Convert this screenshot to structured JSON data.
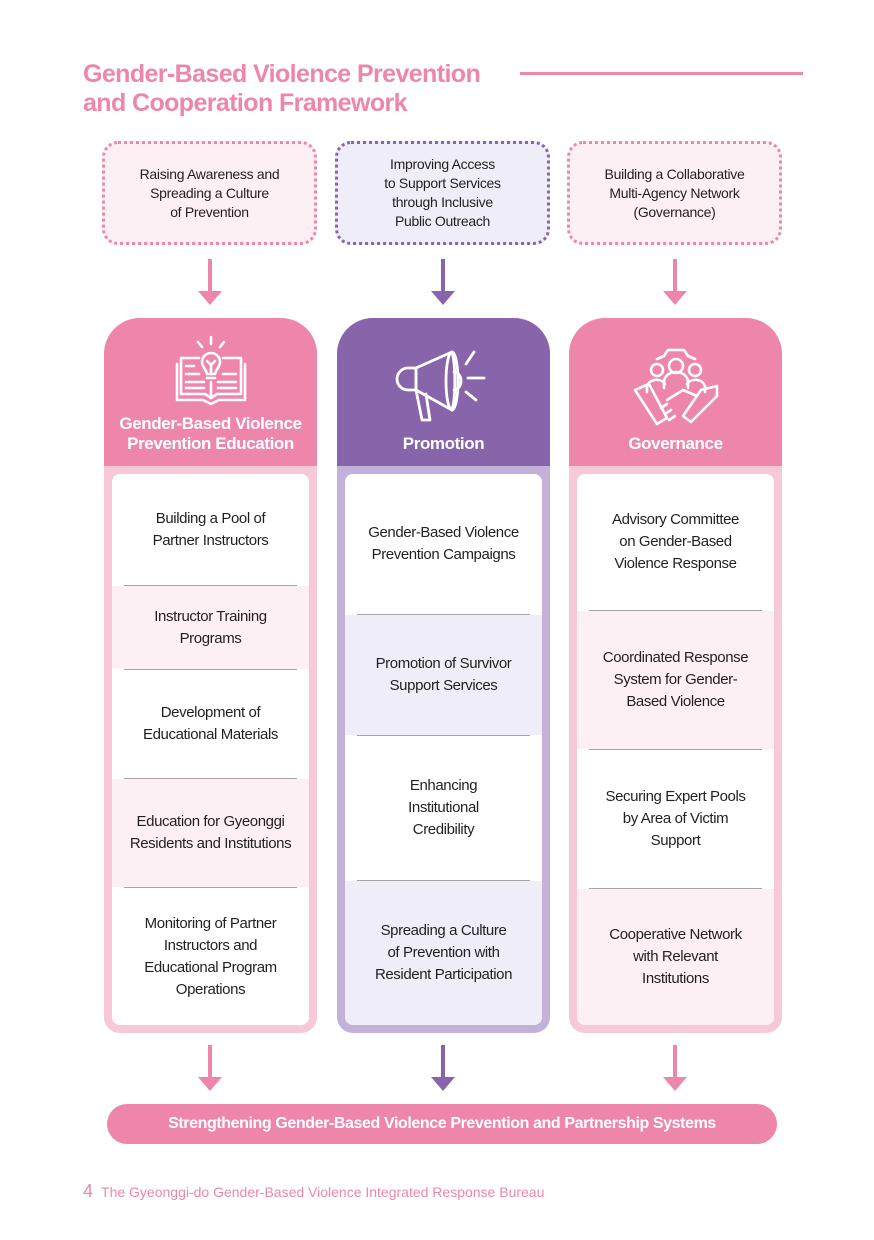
{
  "header": {
    "title_line1": "Gender-Based Violence Prevention",
    "title_line2": "and Cooperation Framework"
  },
  "colors": {
    "pink": "#ee86ab",
    "purple": "#8865aa",
    "pink_light": "#f6c8d8",
    "purple_light": "#c2b1d8",
    "pink_tint": "#fdf0f4",
    "purple_tint": "#efedf7"
  },
  "goals": [
    {
      "text": "Raising Awareness and Spreading a Culture of Prevention",
      "lines": [
        "Raising Awareness and",
        "Spreading a Culture",
        "of Prevention"
      ]
    },
    {
      "text": "Improving Access to Support Services through Inclusive Public Outreach",
      "lines": [
        "Improving Access",
        "to Support Services",
        "through Inclusive",
        "Public Outreach"
      ]
    },
    {
      "text": "Building a Collaborative Multi-Agency Network (Governance)",
      "lines": [
        "Building a Collaborative",
        "Multi-Agency Network",
        "(Governance)"
      ]
    }
  ],
  "columns": [
    {
      "icon": "book-lightbulb-icon",
      "title_lines": [
        "Gender-Based Violence",
        "Prevention Education"
      ],
      "items": [
        {
          "lines": [
            "Building a Pool of",
            "Partner Instructors"
          ]
        },
        {
          "lines": [
            "Instructor Training",
            "Programs"
          ]
        },
        {
          "lines": [
            "Development of",
            "Educational Materials"
          ]
        },
        {
          "lines": [
            "Education for Gyeonggi",
            "Residents and Institutions"
          ]
        },
        {
          "lines": [
            "Monitoring of Partner",
            "Instructors and",
            "Educational Program",
            "Operations"
          ]
        }
      ]
    },
    {
      "icon": "megaphone-icon",
      "title_lines": [
        "Promotion"
      ],
      "items": [
        {
          "lines": [
            "Gender-Based Violence",
            "Prevention Campaigns"
          ]
        },
        {
          "lines": [
            "Promotion of Survivor",
            "Support Services"
          ]
        },
        {
          "lines": [
            "Enhancing",
            "Institutional",
            "Credibility"
          ]
        },
        {
          "lines": [
            "Spreading a Culture",
            "of Prevention with",
            "Resident Participation"
          ]
        }
      ]
    },
    {
      "icon": "handshake-people-gear-icon",
      "title_lines": [
        "Governance"
      ],
      "items": [
        {
          "lines": [
            "Advisory Committee",
            "on Gender-Based",
            "Violence Response"
          ]
        },
        {
          "lines": [
            "Coordinated Response",
            "System for Gender-",
            "Based Violence"
          ]
        },
        {
          "lines": [
            "Securing Expert Pools",
            "by Area of Victim",
            "Support"
          ]
        },
        {
          "lines": [
            "Cooperative Network",
            "with Relevant",
            "Institutions"
          ]
        }
      ]
    }
  ],
  "outcome": "Strengthening Gender-Based Violence Prevention and Partnership Systems",
  "footer": {
    "page_number": "4",
    "text": "The Gyeonggi-do Gender-Based Violence Integrated Response Bureau"
  }
}
